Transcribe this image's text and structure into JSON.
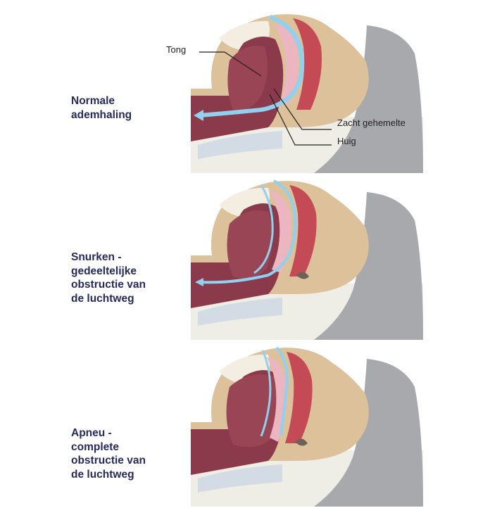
{
  "panels": [
    {
      "caption": "Normale\nademhaling",
      "airway": "normal",
      "labels": {
        "tongue": "Tong",
        "soft_palate": "Zacht gehemelte",
        "uvula": "Huig"
      }
    },
    {
      "caption": "Snurken -\ngedeeltelijke\nobstructie van\nde luchtweg",
      "airway": "partial"
    },
    {
      "caption": "Apneu -\ncomplete\nobstructie van\nde luchtweg",
      "airway": "complete"
    }
  ],
  "colors": {
    "caption_text": "#262a5e",
    "pillow_grey": "#a7a9ac",
    "sheet": "#efeee6",
    "skin": "#dcc19b",
    "tissue_dark": "#8a3a4a",
    "tissue_mid": "#c44a55",
    "tissue_pink": "#ecb6c0",
    "airflow": "#8fd1ef"
  }
}
